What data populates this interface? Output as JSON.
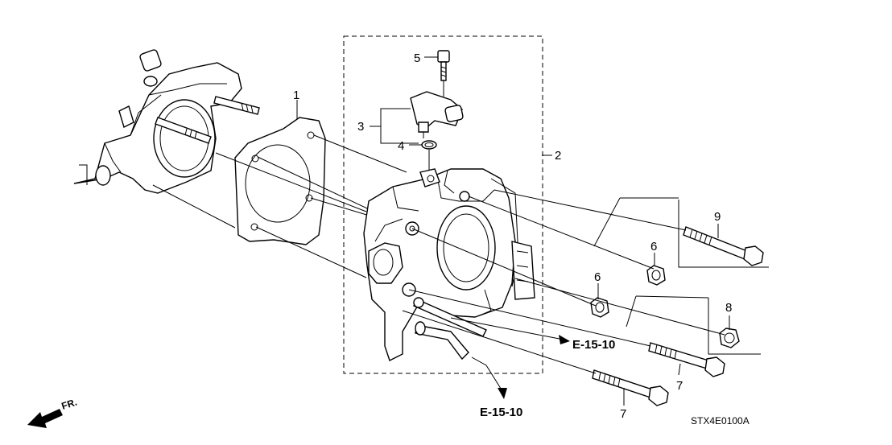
{
  "callouts": {
    "c1": "1",
    "c2": "2",
    "c3": "3",
    "c4": "4",
    "c5": "5",
    "c6a": "6",
    "c6b": "6",
    "c7a": "7",
    "c7b": "7",
    "c8": "8",
    "c9": "9"
  },
  "references": {
    "ref_right": "E-15-10",
    "ref_bottom": "E-15-10"
  },
  "direction": {
    "label": "FR."
  },
  "diagram_code": "STX4E0100A"
}
